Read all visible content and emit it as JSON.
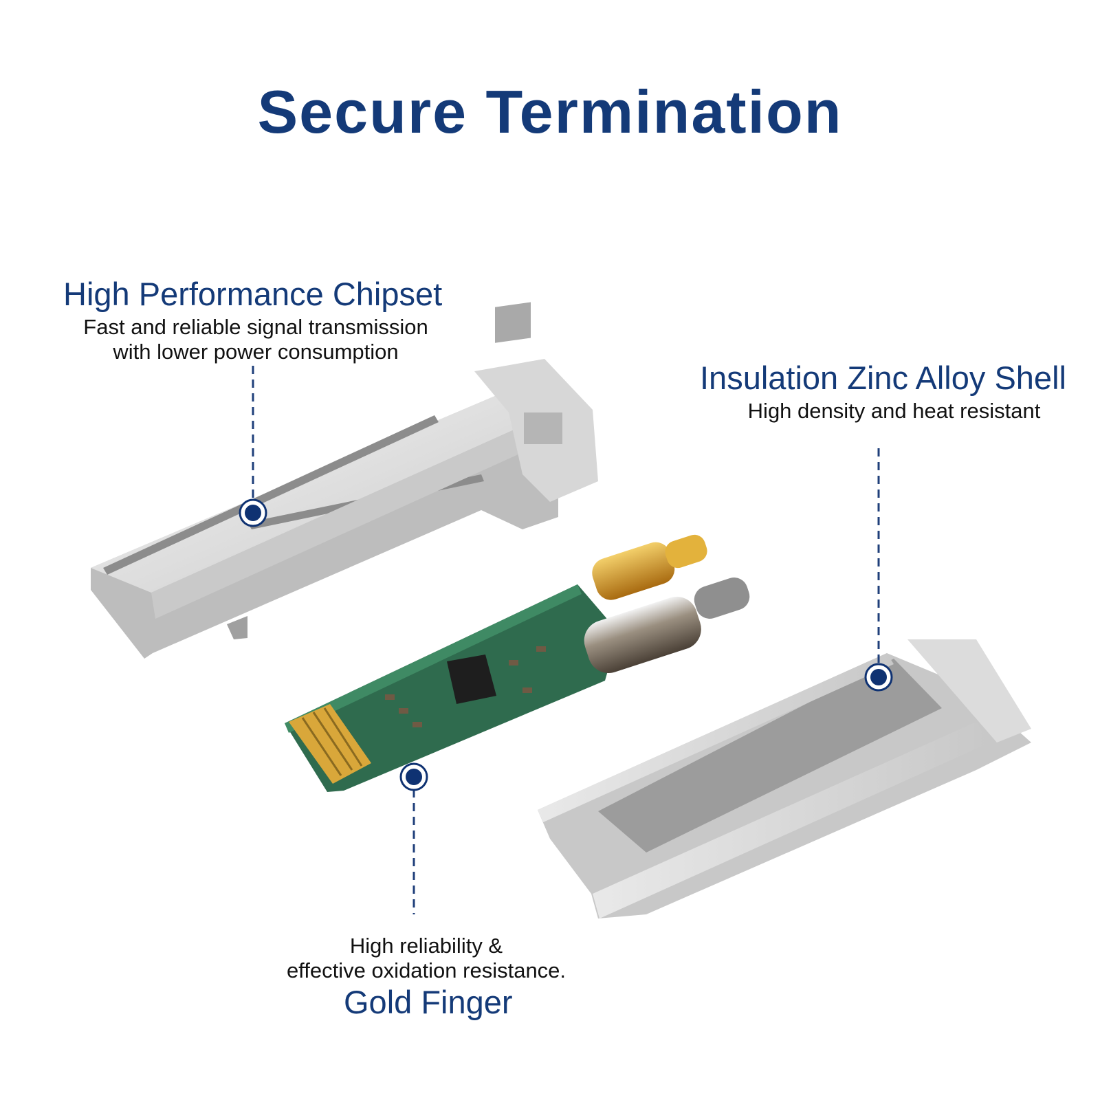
{
  "title": "Secure Termination",
  "colors": {
    "brand_navy": "#143a78",
    "dot_navy": "#0f3272",
    "pcb_green": "#2f6b4e",
    "gold": "#d9a73a",
    "metal_light": "#e6e6e6",
    "metal_dark": "#9a9a9a"
  },
  "callouts": {
    "chipset": {
      "title": "High Performance Chipset",
      "desc_lines": [
        "Fast and reliable signal transmission",
        "with lower power consumption"
      ]
    },
    "shell": {
      "title": "Insulation Zinc Alloy Shell",
      "desc_lines": [
        "High density and heat resistant"
      ]
    },
    "gold_finger": {
      "title": "Gold Finger",
      "desc_lines": [
        "High reliability &",
        "effective oxidation resistance."
      ]
    }
  },
  "parts": [
    "sfp-top-cover-illustration",
    "pcb-board-illustration",
    "sfp-bottom-shell-illustration"
  ]
}
